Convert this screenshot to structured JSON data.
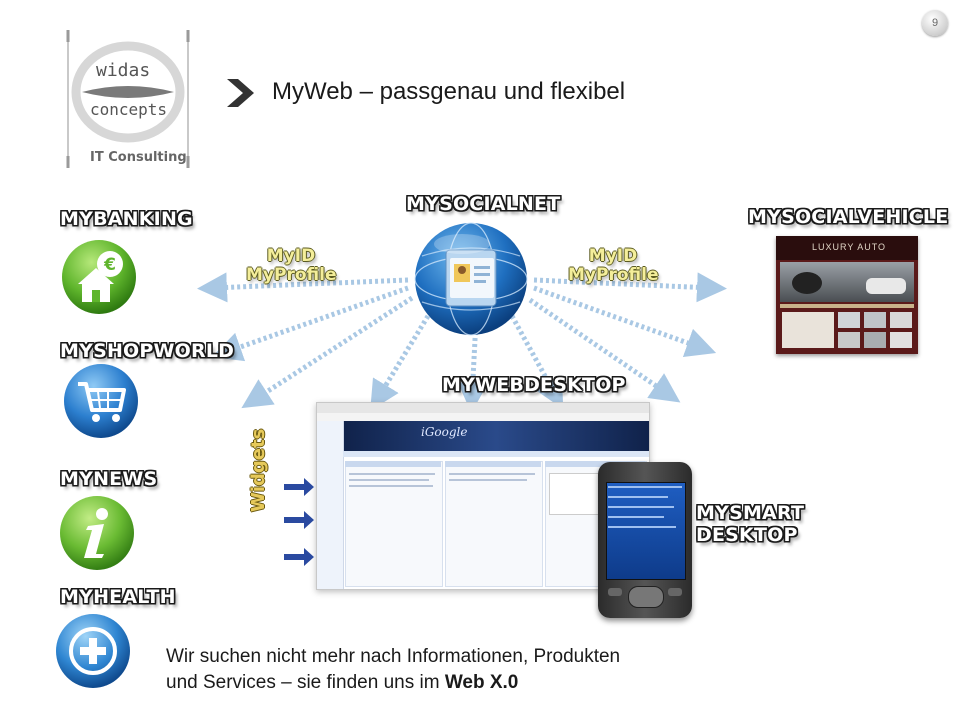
{
  "page_number": "9",
  "logo": {
    "line1": "widas",
    "line2": "concepts",
    "tagline": "IT Consulting"
  },
  "title": "MyWeb – passgenau und flexibel",
  "nodes": {
    "mysocialnet": "MySocialNet",
    "mybanking": "MyBanking",
    "myshopworld": "MyShopWorld",
    "mynews": "MyNews",
    "myhealth": "MyHealth",
    "mysocialvehicle": "MySocialVehicle",
    "mywebdesktop": "MyWebDesktop",
    "mysmartdesktop_line1": "MySmart",
    "mysmartdesktop_line2": "Desktop"
  },
  "connector_labels": {
    "left_line1": "MyID",
    "left_line2": "MyProfile",
    "right_line1": "MyID",
    "right_line2": "MyProfile"
  },
  "widgets_label": "Widgets",
  "screens": {
    "igoogle": "iGoogle",
    "luxury_auto": "LUXURY AUTO"
  },
  "footer": {
    "line1": "Wir suchen nicht mehr nach Informationen, Produkten",
    "line2_prefix": "und Services – sie finden uns im ",
    "line2_bold": "Web X.0"
  },
  "colors": {
    "arrow": "#a9c8e4",
    "title_chevron": "#333333",
    "label_outline": "#1a1a1a",
    "myid_fill": "#f4ee9a"
  }
}
